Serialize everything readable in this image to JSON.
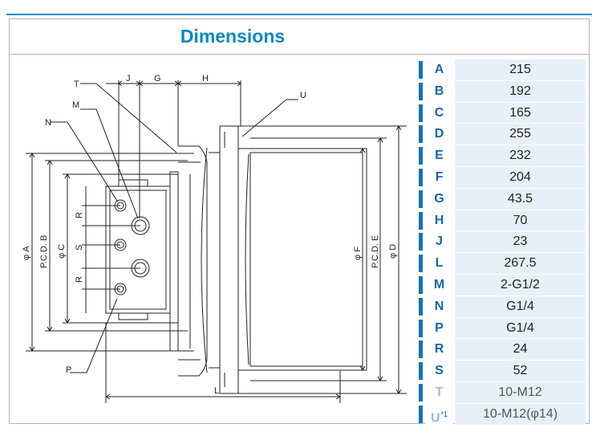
{
  "title": "Dimensions",
  "drawing_labels": {
    "T": "T",
    "J": "J",
    "G": "G",
    "H": "H",
    "U": "U",
    "M": "M",
    "N": "N",
    "P": "P",
    "L": "L",
    "R1": "R",
    "R2": "R",
    "S": "S",
    "phiA": "φ A",
    "pcdB": "P.C.D. B",
    "phiC": "φ C",
    "phiF": "φ F",
    "pcdE": "P.C.D. E",
    "phiD": "φ D"
  },
  "table": {
    "rows": [
      {
        "key": "A",
        "value": "215"
      },
      {
        "key": "B",
        "value": "192"
      },
      {
        "key": "C",
        "value": "165"
      },
      {
        "key": "D",
        "value": "255"
      },
      {
        "key": "E",
        "value": "232"
      },
      {
        "key": "F",
        "value": "204"
      },
      {
        "key": "G",
        "value": "43.5"
      },
      {
        "key": "H",
        "value": "70"
      },
      {
        "key": "J",
        "value": "23"
      },
      {
        "key": "L",
        "value": "267.5"
      },
      {
        "key": "M",
        "value": "2-G1/2"
      },
      {
        "key": "N",
        "value": "G1/4"
      },
      {
        "key": "P",
        "value": "G1/4"
      },
      {
        "key": "R",
        "value": "24"
      },
      {
        "key": "S",
        "value": "52"
      },
      {
        "key": "T",
        "value": "10-M12"
      },
      {
        "key": "U",
        "value": "10-M12(φ14)",
        "note": "*1"
      }
    ]
  },
  "colors": {
    "accent": "#0c87c2",
    "key_text": "#1765a6",
    "cell_bg": "#e7f0f9"
  }
}
